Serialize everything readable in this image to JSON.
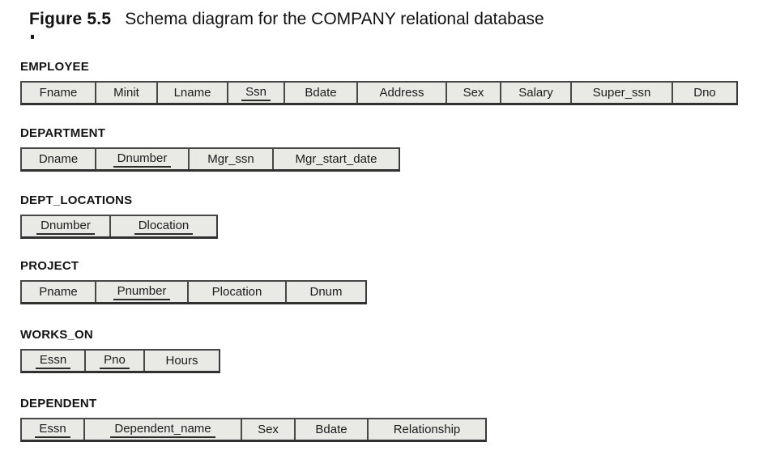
{
  "figure": {
    "label": "Figure 5.5",
    "title": "Schema diagram for the COMPANY relational database"
  },
  "colors": {
    "cell_background": "#e9e9e6",
    "table_border": "#474747",
    "text": "#161616",
    "page_background": "#ffffff"
  },
  "tables": [
    {
      "name": "EMPLOYEE",
      "slug": "employee",
      "attributes": [
        {
          "label": "Fname",
          "primary_key": false
        },
        {
          "label": "Minit",
          "primary_key": false
        },
        {
          "label": "Lname",
          "primary_key": false
        },
        {
          "label": "Ssn",
          "primary_key": true
        },
        {
          "label": "Bdate",
          "primary_key": false
        },
        {
          "label": "Address",
          "primary_key": false
        },
        {
          "label": "Sex",
          "primary_key": false
        },
        {
          "label": "Salary",
          "primary_key": false
        },
        {
          "label": "Super_ssn",
          "primary_key": false
        },
        {
          "label": "Dno",
          "primary_key": false
        }
      ]
    },
    {
      "name": "DEPARTMENT",
      "slug": "department",
      "attributes": [
        {
          "label": "Dname",
          "primary_key": false
        },
        {
          "label": "Dnumber",
          "primary_key": true
        },
        {
          "label": "Mgr_ssn",
          "primary_key": false
        },
        {
          "label": "Mgr_start_date",
          "primary_key": false
        }
      ]
    },
    {
      "name": "DEPT_LOCATIONS",
      "slug": "dept_locations",
      "attributes": [
        {
          "label": "Dnumber",
          "primary_key": true
        },
        {
          "label": "Dlocation",
          "primary_key": true
        }
      ]
    },
    {
      "name": "PROJECT",
      "slug": "project",
      "attributes": [
        {
          "label": "Pname",
          "primary_key": false
        },
        {
          "label": "Pnumber",
          "primary_key": true
        },
        {
          "label": "Plocation",
          "primary_key": false
        },
        {
          "label": "Dnum",
          "primary_key": false
        }
      ]
    },
    {
      "name": "WORKS_ON",
      "slug": "works_on",
      "attributes": [
        {
          "label": "Essn",
          "primary_key": true
        },
        {
          "label": "Pno",
          "primary_key": true
        },
        {
          "label": "Hours",
          "primary_key": false
        }
      ]
    },
    {
      "name": "DEPENDENT",
      "slug": "dependent",
      "attributes": [
        {
          "label": "Essn",
          "primary_key": true
        },
        {
          "label": "Dependent_name",
          "primary_key": true
        },
        {
          "label": "Sex",
          "primary_key": false
        },
        {
          "label": "Bdate",
          "primary_key": false
        },
        {
          "label": "Relationship",
          "primary_key": false
        }
      ]
    }
  ]
}
